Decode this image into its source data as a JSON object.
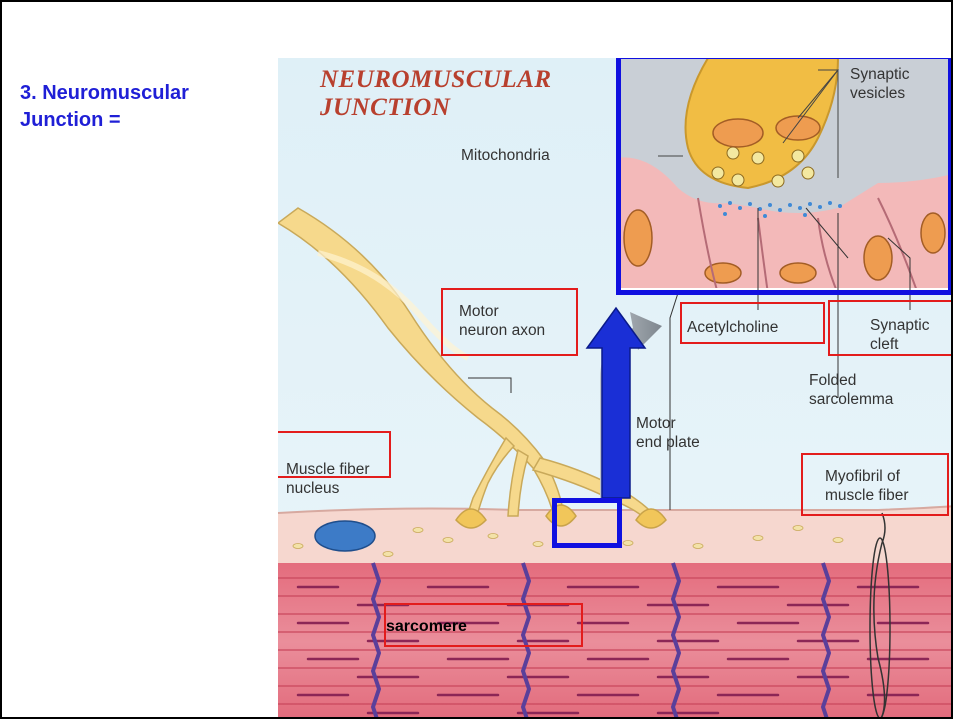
{
  "heading": {
    "line1": "3. Neuromuscular",
    "line2": "Junction ="
  },
  "figure": {
    "title_line1": "NEUROMUSCULAR",
    "title_line2": "JUNCTION",
    "labels": {
      "synaptic_vesicles_1": "Synaptic",
      "synaptic_vesicles_2": "vesicles",
      "mitochondria": "Mitochondria",
      "motor_neuron_axon_1": "Motor",
      "motor_neuron_axon_2": "neuron axon",
      "acetylcholine": "Acetylcholine",
      "synaptic_cleft_1": "Synaptic",
      "synaptic_cleft_2": "cleft",
      "folded_sarcolemma_1": "Folded",
      "folded_sarcolemma_2": "sarcolemma",
      "motor_end_plate_1": "Motor",
      "motor_end_plate_2": "end plate",
      "muscle_fiber_nucleus_1": "Muscle fiber",
      "muscle_fiber_nucleus_2": "nucleus",
      "myofibril_1": "Myofibril of",
      "myofibril_2": "muscle fiber",
      "sarcomere": "sarcomere"
    }
  },
  "colors": {
    "heading": "#1f1fd6",
    "title": "#b8402e",
    "highlight_red": "#e31c1c",
    "highlight_blue": "#1010e0",
    "axon": "#f6d98c",
    "muscle": "#e0697b",
    "zline": "#6a4fa3"
  }
}
